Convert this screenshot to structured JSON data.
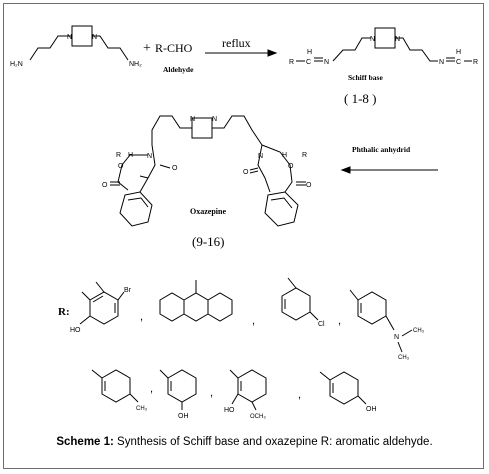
{
  "reaction": {
    "amine_nh2_left": "H₂N",
    "amine_nh2_right": "NH₂",
    "n_atom": "N",
    "plus": "+",
    "aldehyde_formula": "R-CHO",
    "aldehyde_label": "Aldehyde",
    "reflux_label": "reflux",
    "schiff_r": "R",
    "schiff_c": "C",
    "schiff_h": "H",
    "schiff_label": "Schiff base",
    "schiff_compounds": "( 1-8 )",
    "phthalic_label": "Phthalic anhydrid",
    "oxazepine_label": "Oxazepine",
    "oxazepine_compounds": "(9-16)",
    "oxygen": "O",
    "r_label": "R:"
  },
  "substituents": {
    "br": "Br",
    "ho": "HO",
    "cl": "Cl",
    "n": "N",
    "ch3": "CH₃",
    "oh": "OH",
    "och3": "OCH₃",
    "separator": ","
  },
  "caption": {
    "label": "Scheme 1:",
    "text": " Synthesis of Schiff base and oxazepine R: aromatic aldehyde."
  }
}
